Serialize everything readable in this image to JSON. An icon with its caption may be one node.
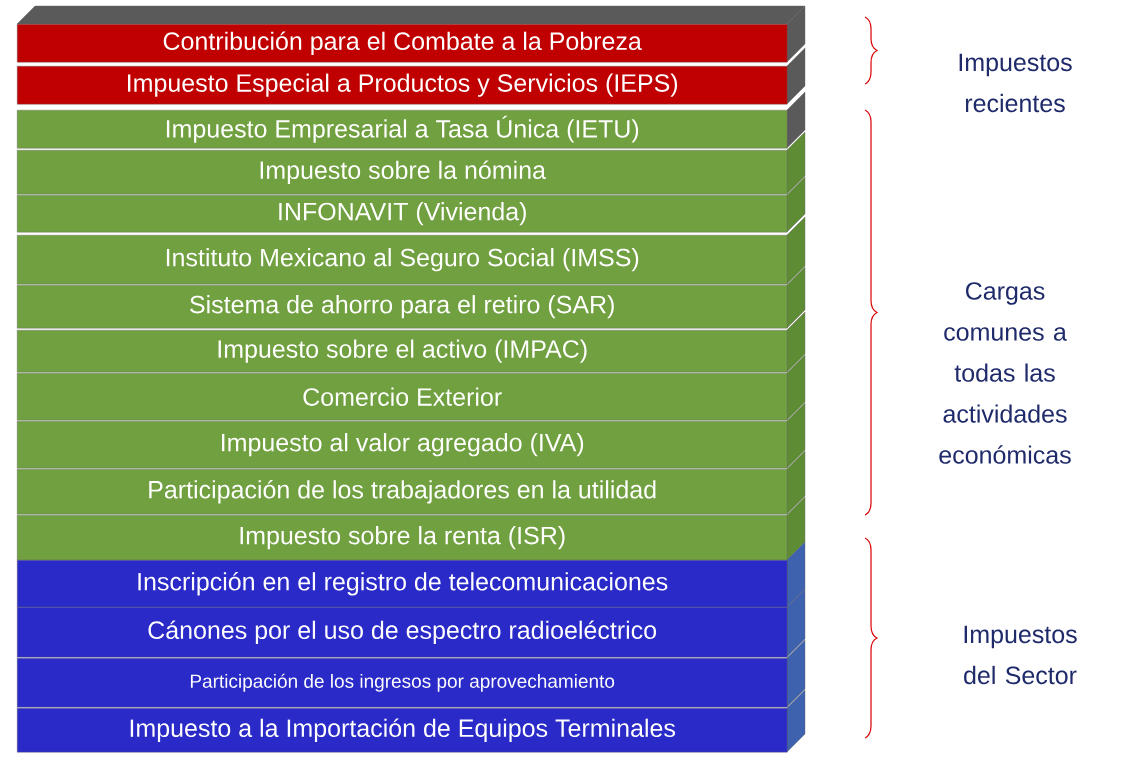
{
  "diagram": {
    "nodes": [
      {
        "text": [
          "Contribución para el Combate a la Pobreza"
        ]
      },
      {
        "text": [
          "Impuesto Especial a Productos y Servicios (IEPS)"
        ]
      },
      {
        "text": [
          "Impuesto Empresarial a Tasa Única (IETU)"
        ]
      },
      {
        "text": [
          "Impuesto sobre la nómina"
        ]
      },
      {
        "text": [
          "INFONAVIT (Vivienda)"
        ]
      },
      {
        "text": [
          "Instituto Mexicano al Seguro Social (IMSS)"
        ]
      },
      {
        "text": [
          "Sistema de ahorro para el retiro (SAR)"
        ]
      },
      {
        "text": [
          "Impuesto sobre el activo (IMPAC)"
        ]
      },
      {
        "text": [
          "Comercio Exterior"
        ]
      },
      {
        "text": [
          "Impuesto al valor agregado (IVA)"
        ]
      },
      {
        "text": [
          "Participación de los trabajadores en la utilidad"
        ]
      },
      {
        "text": [
          "Impuesto sobre la renta (ISR)"
        ]
      },
      {
        "text": [
          "Inscripción en el registro de telecomunicaciones"
        ]
      },
      {
        "text": [
          "Cánones por el uso de espectro radioeléctrico"
        ]
      },
      {
        "text": [
          "Participación  de los ingresos por aprovechamiento"
        ]
      },
      {
        "text": [
          "Impuesto a la Importación de Equipos Terminales"
        ]
      }
    ],
    "labels": [
      "Impuestos recientes",
      "Cargas comunes a todas las actividades económicas",
      "Impuestos del Sector"
    ]
  }
}
